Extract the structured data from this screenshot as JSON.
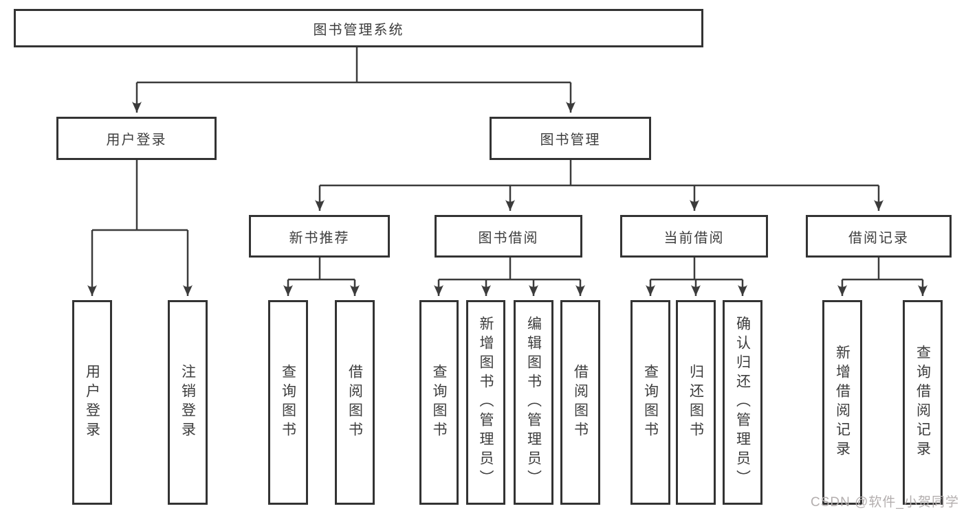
{
  "tree": {
    "root": {
      "label": "图书管理系统",
      "children": [
        {
          "label": "用户登录",
          "children": [
            {
              "label": "用户登录"
            },
            {
              "label": "注销登录"
            }
          ]
        },
        {
          "label": "图书管理",
          "children": [
            {
              "label": "新书推荐",
              "children": [
                {
                  "label": "查询图书"
                },
                {
                  "label": "借阅图书"
                }
              ]
            },
            {
              "label": "图书借阅",
              "children": [
                {
                  "label": "查询图书"
                },
                {
                  "label": "新增图书（管理员）"
                },
                {
                  "label": "编辑图书（管理员）"
                },
                {
                  "label": "借阅图书"
                }
              ]
            },
            {
              "label": "当前借阅",
              "children": [
                {
                  "label": "查询图书"
                },
                {
                  "label": "归还图书"
                },
                {
                  "label": "确认归还（管理员）"
                }
              ]
            },
            {
              "label": "借阅记录",
              "children": [
                {
                  "label": "新增借阅记录"
                },
                {
                  "label": "查询借阅记录"
                }
              ]
            }
          ]
        }
      ]
    }
  },
  "watermark": "CSDN @软件_小贺同学",
  "colors": {
    "line": "#3b3b3b",
    "border": "#333333",
    "text": "#3d3d3d",
    "watermark": "#b3aeae"
  }
}
